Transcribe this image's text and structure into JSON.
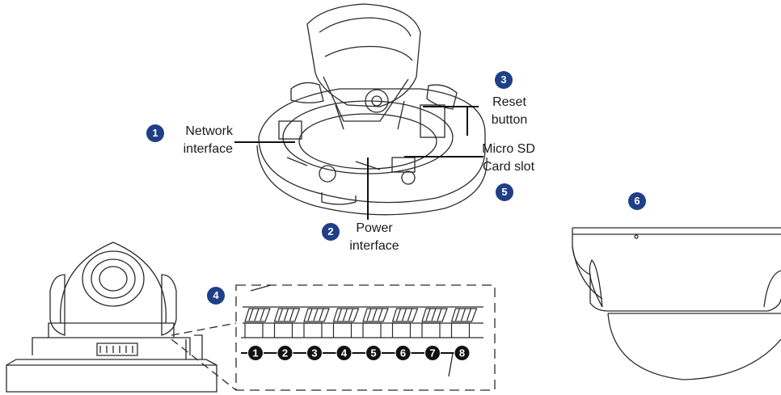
{
  "callouts": [
    {
      "number": "1",
      "lines": [
        "Network",
        "interface"
      ]
    },
    {
      "number": "2",
      "lines": [
        "Power",
        "interface"
      ]
    },
    {
      "number": "3",
      "lines": [
        "Reset",
        "button"
      ]
    },
    {
      "number": "4",
      "lines": []
    },
    {
      "number": "5",
      "lines": [
        "Micro SD",
        "Card slot"
      ]
    },
    {
      "number": "6",
      "lines": []
    }
  ],
  "pins": [
    "1",
    "2",
    "3",
    "4",
    "5",
    "6",
    "7",
    "8"
  ],
  "colors": {
    "badge": "#1f3f86",
    "line": "#1a1a1a",
    "pin_fill": "#111111"
  }
}
